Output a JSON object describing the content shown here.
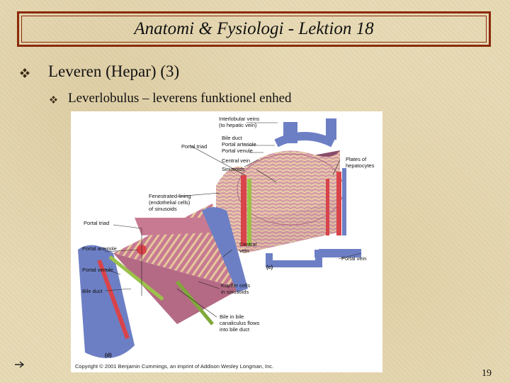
{
  "slide": {
    "title": "Anatomi & Fysiologi - Lektion 18",
    "heading": "Leveren (Hepar) (3)",
    "subheading": "Leverlobulus – leverens funktionel enhed",
    "page_number": "19",
    "bullet_icon": "diamond-cluster-icon",
    "bottom_icon": "right-arrow-icon"
  },
  "figure": {
    "panel_c": "(c)",
    "panel_d": "(d)",
    "labels": {
      "interlobular_veins": "Interlobular veins",
      "to_hepatic_vein": "(to hepatic vein)",
      "portal_triad_c": "Portal triad",
      "bile_duct_c": "Bile duct",
      "portal_arteriole_c": "Portal arteriole",
      "portal_venule_c": "Portal venule",
      "central_vein_c": "Central vein",
      "sinusoids": "Sinusoids",
      "plates_1": "Plates of",
      "plates_2": "hepatocytes",
      "fen_1": "Fenestrated lining",
      "fen_2": "(endothelial cells)",
      "fen_3": "of sinusoids",
      "portal_triad_d": "Portal triad",
      "portal_arteriole_d": "Portal arteriole",
      "portal_venule_d": "Portal venule",
      "bile_duct_d": "Bile duct",
      "central_vein_d1": "Central",
      "central_vein_d2": "vein",
      "portal_vein": "Portal vein",
      "kupffer_1": "Kupffer cells",
      "kupffer_2": "in sinusoids",
      "bile_1": "Bile in bile",
      "bile_2": "canaliculus flows",
      "bile_3": "into bile duct"
    },
    "copyright": "Copyright © 2001 Benjamin Cummings, an imprint of Addison Wesley Longman, Inc."
  },
  "colors": {
    "title_border": "#8b2a0a",
    "vein_blue": "#6d7fc4",
    "artery_red": "#d9434a",
    "bile_green": "#9bc24a",
    "tissue_pink": "#c98a9a",
    "tissue_tan": "#e3c79c"
  }
}
